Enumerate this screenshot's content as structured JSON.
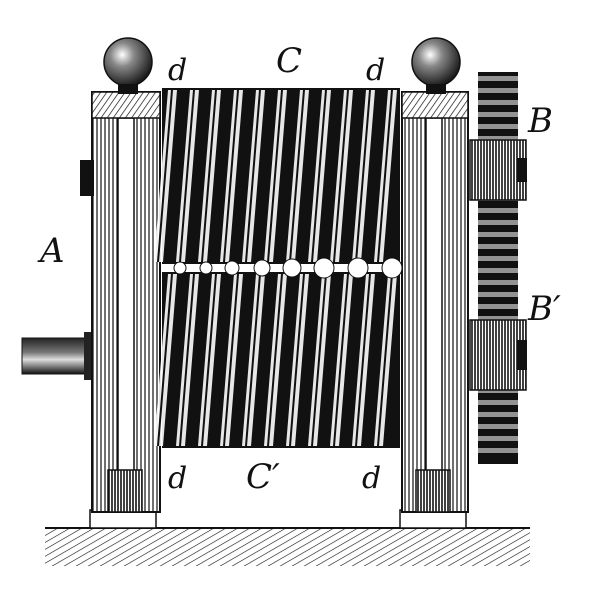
{
  "figure": {
    "description_labels": {
      "frame": "A",
      "gear_upper": "B",
      "gear_lower": "B′",
      "roller_upper": "C",
      "roller_lower": "C′",
      "groove_top_left": "d",
      "groove_top_right": "d",
      "groove_bottom_left": "d",
      "groove_bottom_right": "d"
    }
  },
  "colors": {
    "ink": "#111111",
    "paper": "#ffffff"
  }
}
